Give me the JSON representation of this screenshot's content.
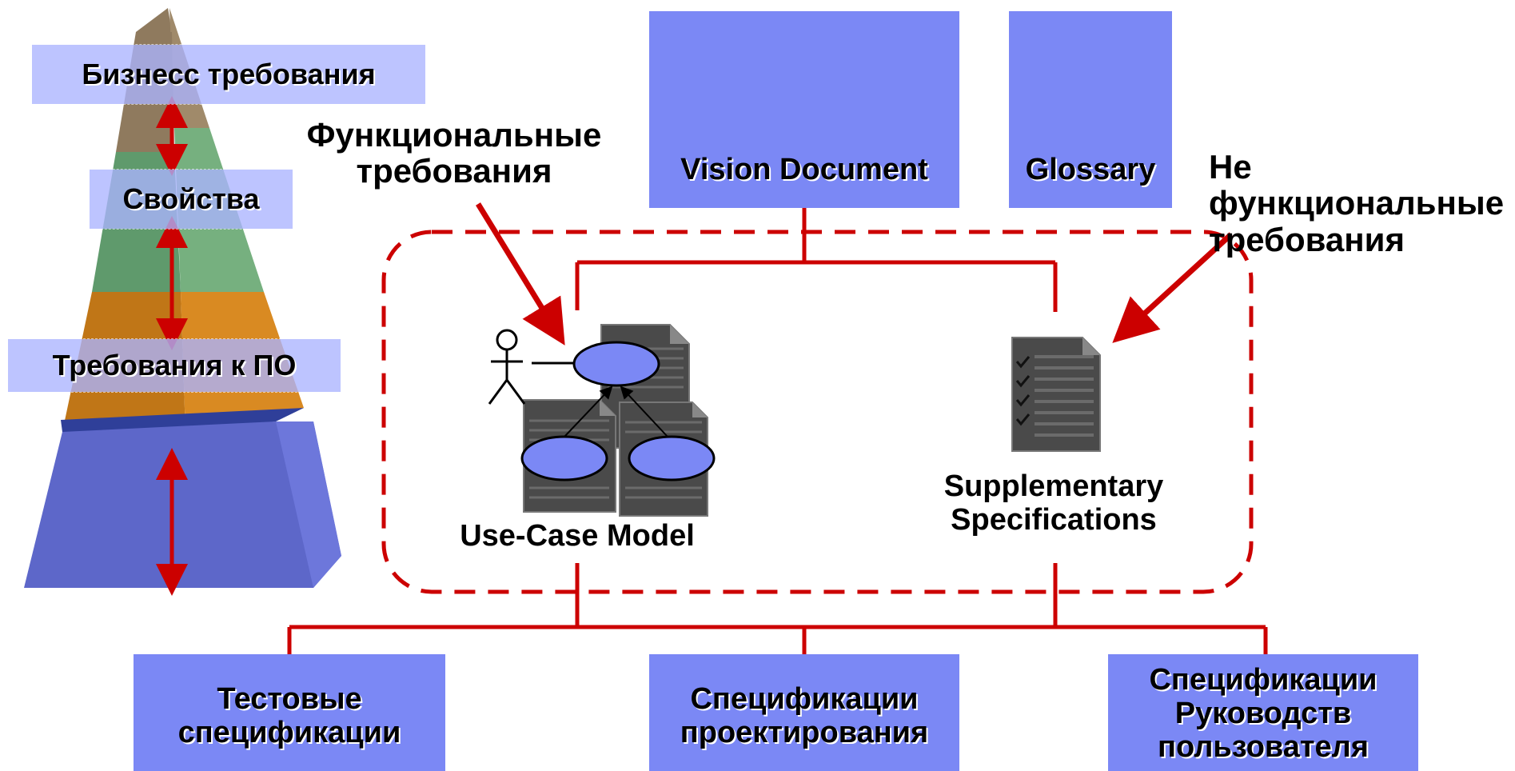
{
  "pyramid": {
    "levels": [
      "Бизнесс требования",
      "Свойства",
      "Требования к ПО"
    ]
  },
  "boxes": {
    "vision": "Vision Document",
    "glossary": "Glossary",
    "use_case_model": "Use-Case Model",
    "supplementary": [
      "Supplementary",
      "Specifications"
    ],
    "test": [
      "Тестовые",
      "спецификации"
    ],
    "design": [
      "Спецификации",
      "проектирования"
    ],
    "user_guides": [
      "Спецификации",
      "Руководств",
      "пользователя"
    ]
  },
  "callouts": {
    "functional": [
      "Функциональные",
      "требования"
    ],
    "nonfunctional": [
      "Не",
      "функциональные",
      "требования"
    ]
  },
  "colors": {
    "box_fill": "#7b88f5",
    "connector": "#cc0000",
    "doc_icon": "#4a4a4a",
    "pyramid_top": "#8f7a5e",
    "pyramid_green": "#5f9a6c",
    "pyramid_orange": "#c77d1a",
    "pyramid_base": "#5d67c9"
  }
}
